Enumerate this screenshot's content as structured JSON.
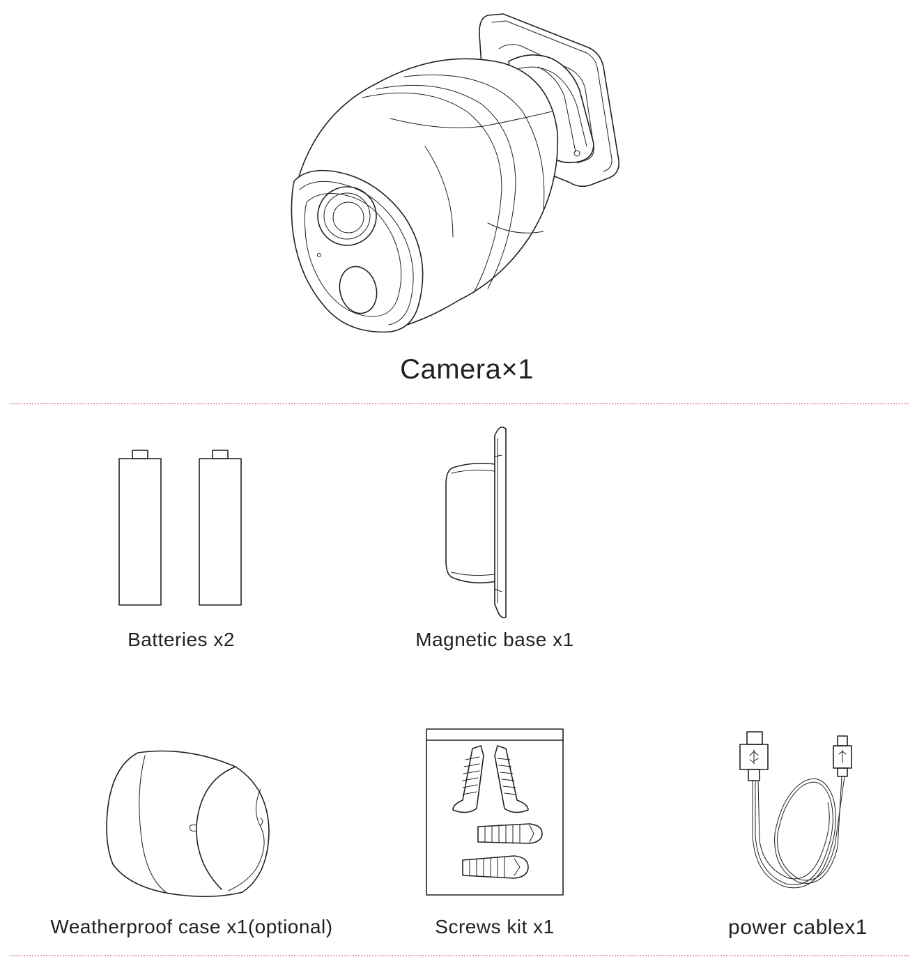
{
  "items": {
    "camera": {
      "label": "Camera×1"
    },
    "batteries": {
      "label": "Batteries x2"
    },
    "magnetic_base": {
      "label": "Magnetic base x1"
    },
    "weatherproof_case": {
      "label": "Weatherproof case x1(optional)"
    },
    "screws_kit": {
      "label": "Screws kit x1"
    },
    "power_cable": {
      "label": "power cablex1"
    }
  },
  "colors": {
    "line": "#231f20",
    "divider": "#d9a3a3",
    "background": "#ffffff"
  }
}
